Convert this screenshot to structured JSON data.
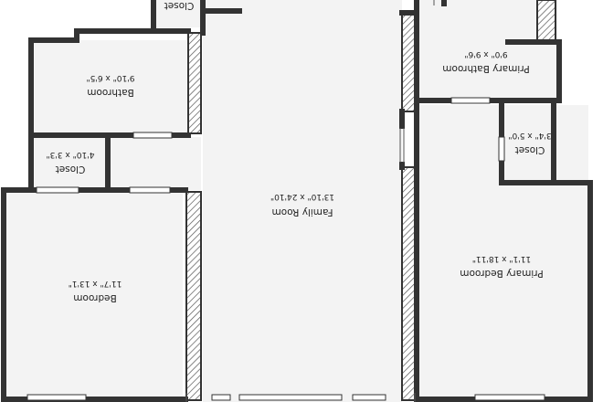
{
  "plan": {
    "orientation": "rotated-180",
    "colors": {
      "floor": "#f3f3f3",
      "wall": "#333333",
      "hatch": "#555555",
      "window": "#ffffff",
      "text": "#222222"
    },
    "rooms": [
      {
        "id": "family-room",
        "name": "Family Room",
        "dims": "13'10\" x 24'10\""
      },
      {
        "id": "bedroom",
        "name": "Bedroom",
        "dims": "11'7\" x 13'1\""
      },
      {
        "id": "primary-bedroom",
        "name": "Primary Bedroom",
        "dims": "11'1\" x 18'11\""
      },
      {
        "id": "bathroom",
        "name": "Bathroom",
        "dims": "9'10\" x 6'5\""
      },
      {
        "id": "primary-bathroom",
        "name": "Primary Bathroom",
        "dims": "9'0\" x 9'6\""
      },
      {
        "id": "closet-left",
        "name": "Closet",
        "dims": "4'10\" x 3'3\""
      },
      {
        "id": "closet-right",
        "name": "Closet",
        "dims": "3'4\" x 5'0\""
      },
      {
        "id": "closet-top",
        "name": "Closet",
        "dims": ""
      }
    ]
  }
}
